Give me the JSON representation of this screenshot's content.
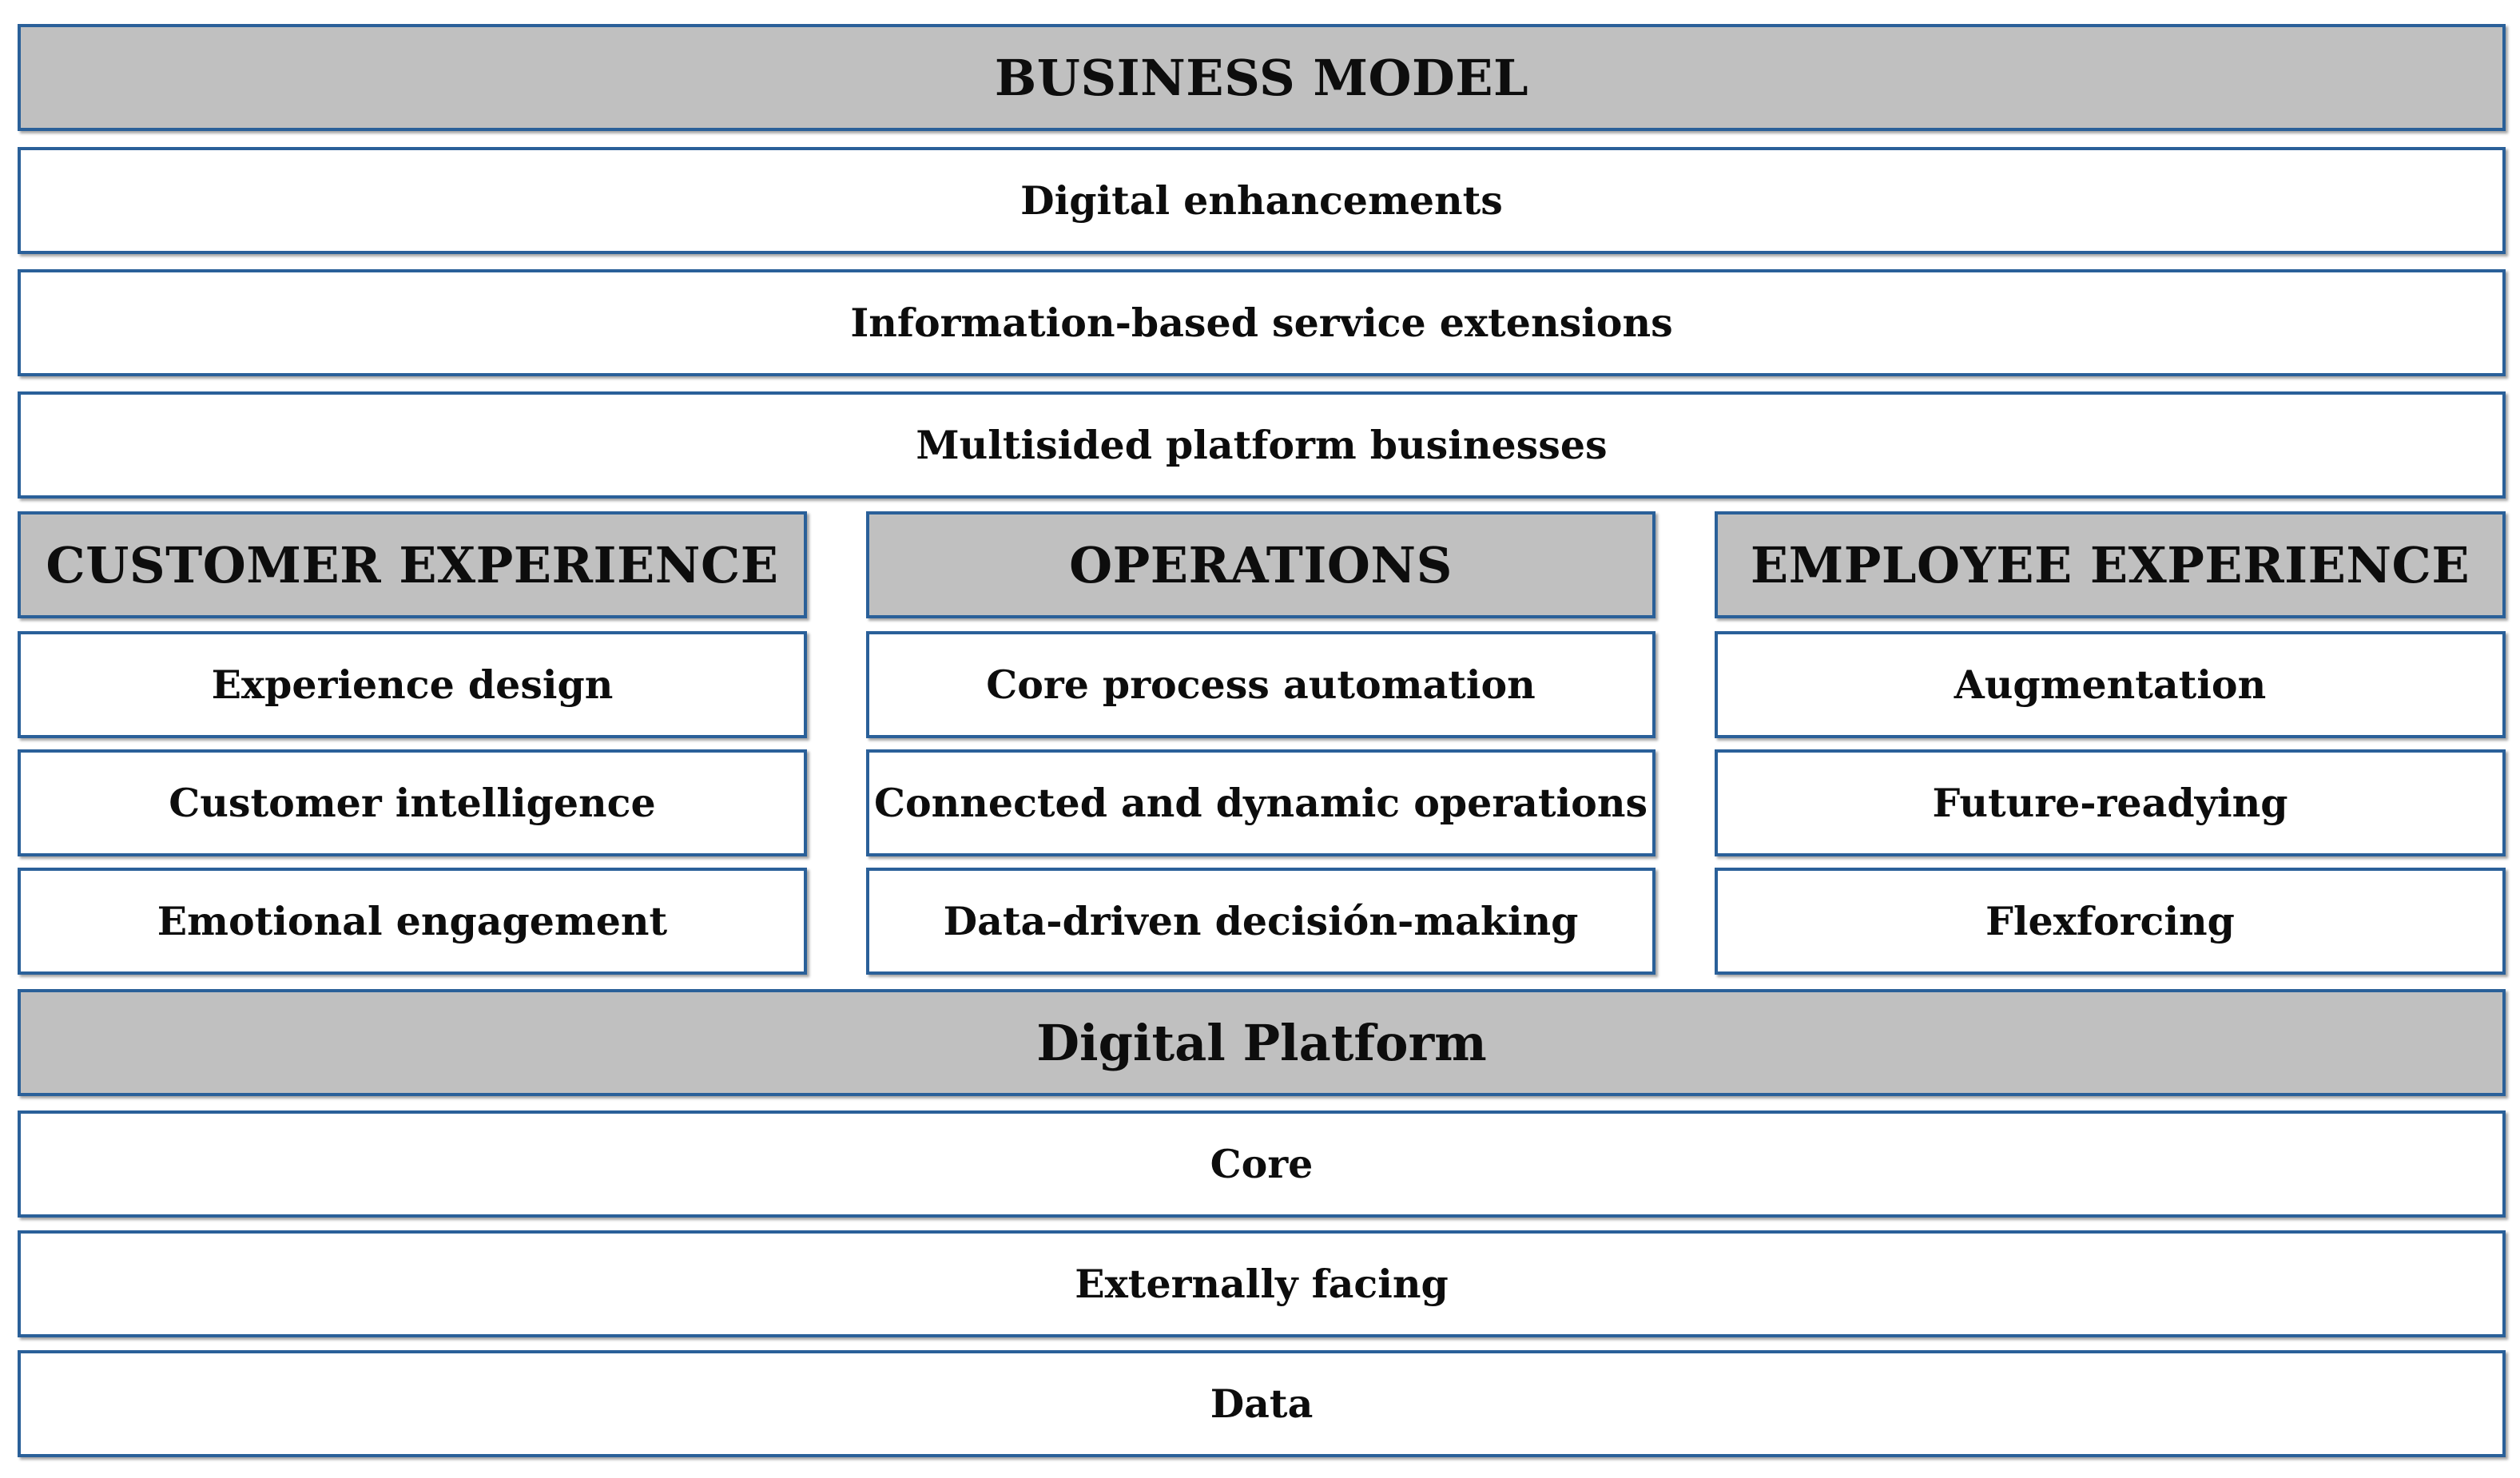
{
  "business_model": {
    "title": "BUSINESS MODEL",
    "items": [
      "Digital enhancements",
      "Information-based service extensions",
      "Multisided platform businesses"
    ]
  },
  "columns": [
    {
      "title": "CUSTOMER EXPERIENCE",
      "items": [
        "Experience design",
        "Customer intelligence",
        "Emotional engagement"
      ]
    },
    {
      "title": "OPERATIONS",
      "items": [
        "Core process automation",
        "Connected and dynamic operations",
        "Data-driven decisión-making"
      ]
    },
    {
      "title": "EMPLOYEE EXPERIENCE",
      "items": [
        "Augmentation",
        "Future-readying",
        "Flexforcing"
      ]
    }
  ],
  "digital_platform": {
    "title": "Digital Platform",
    "items": [
      "Core",
      "Externally facing",
      "Data"
    ]
  },
  "colors": {
    "border": "#2a6099",
    "header_fill": "#c0c0c0",
    "item_fill": "#ffffff",
    "text": "#0d0d0d"
  }
}
